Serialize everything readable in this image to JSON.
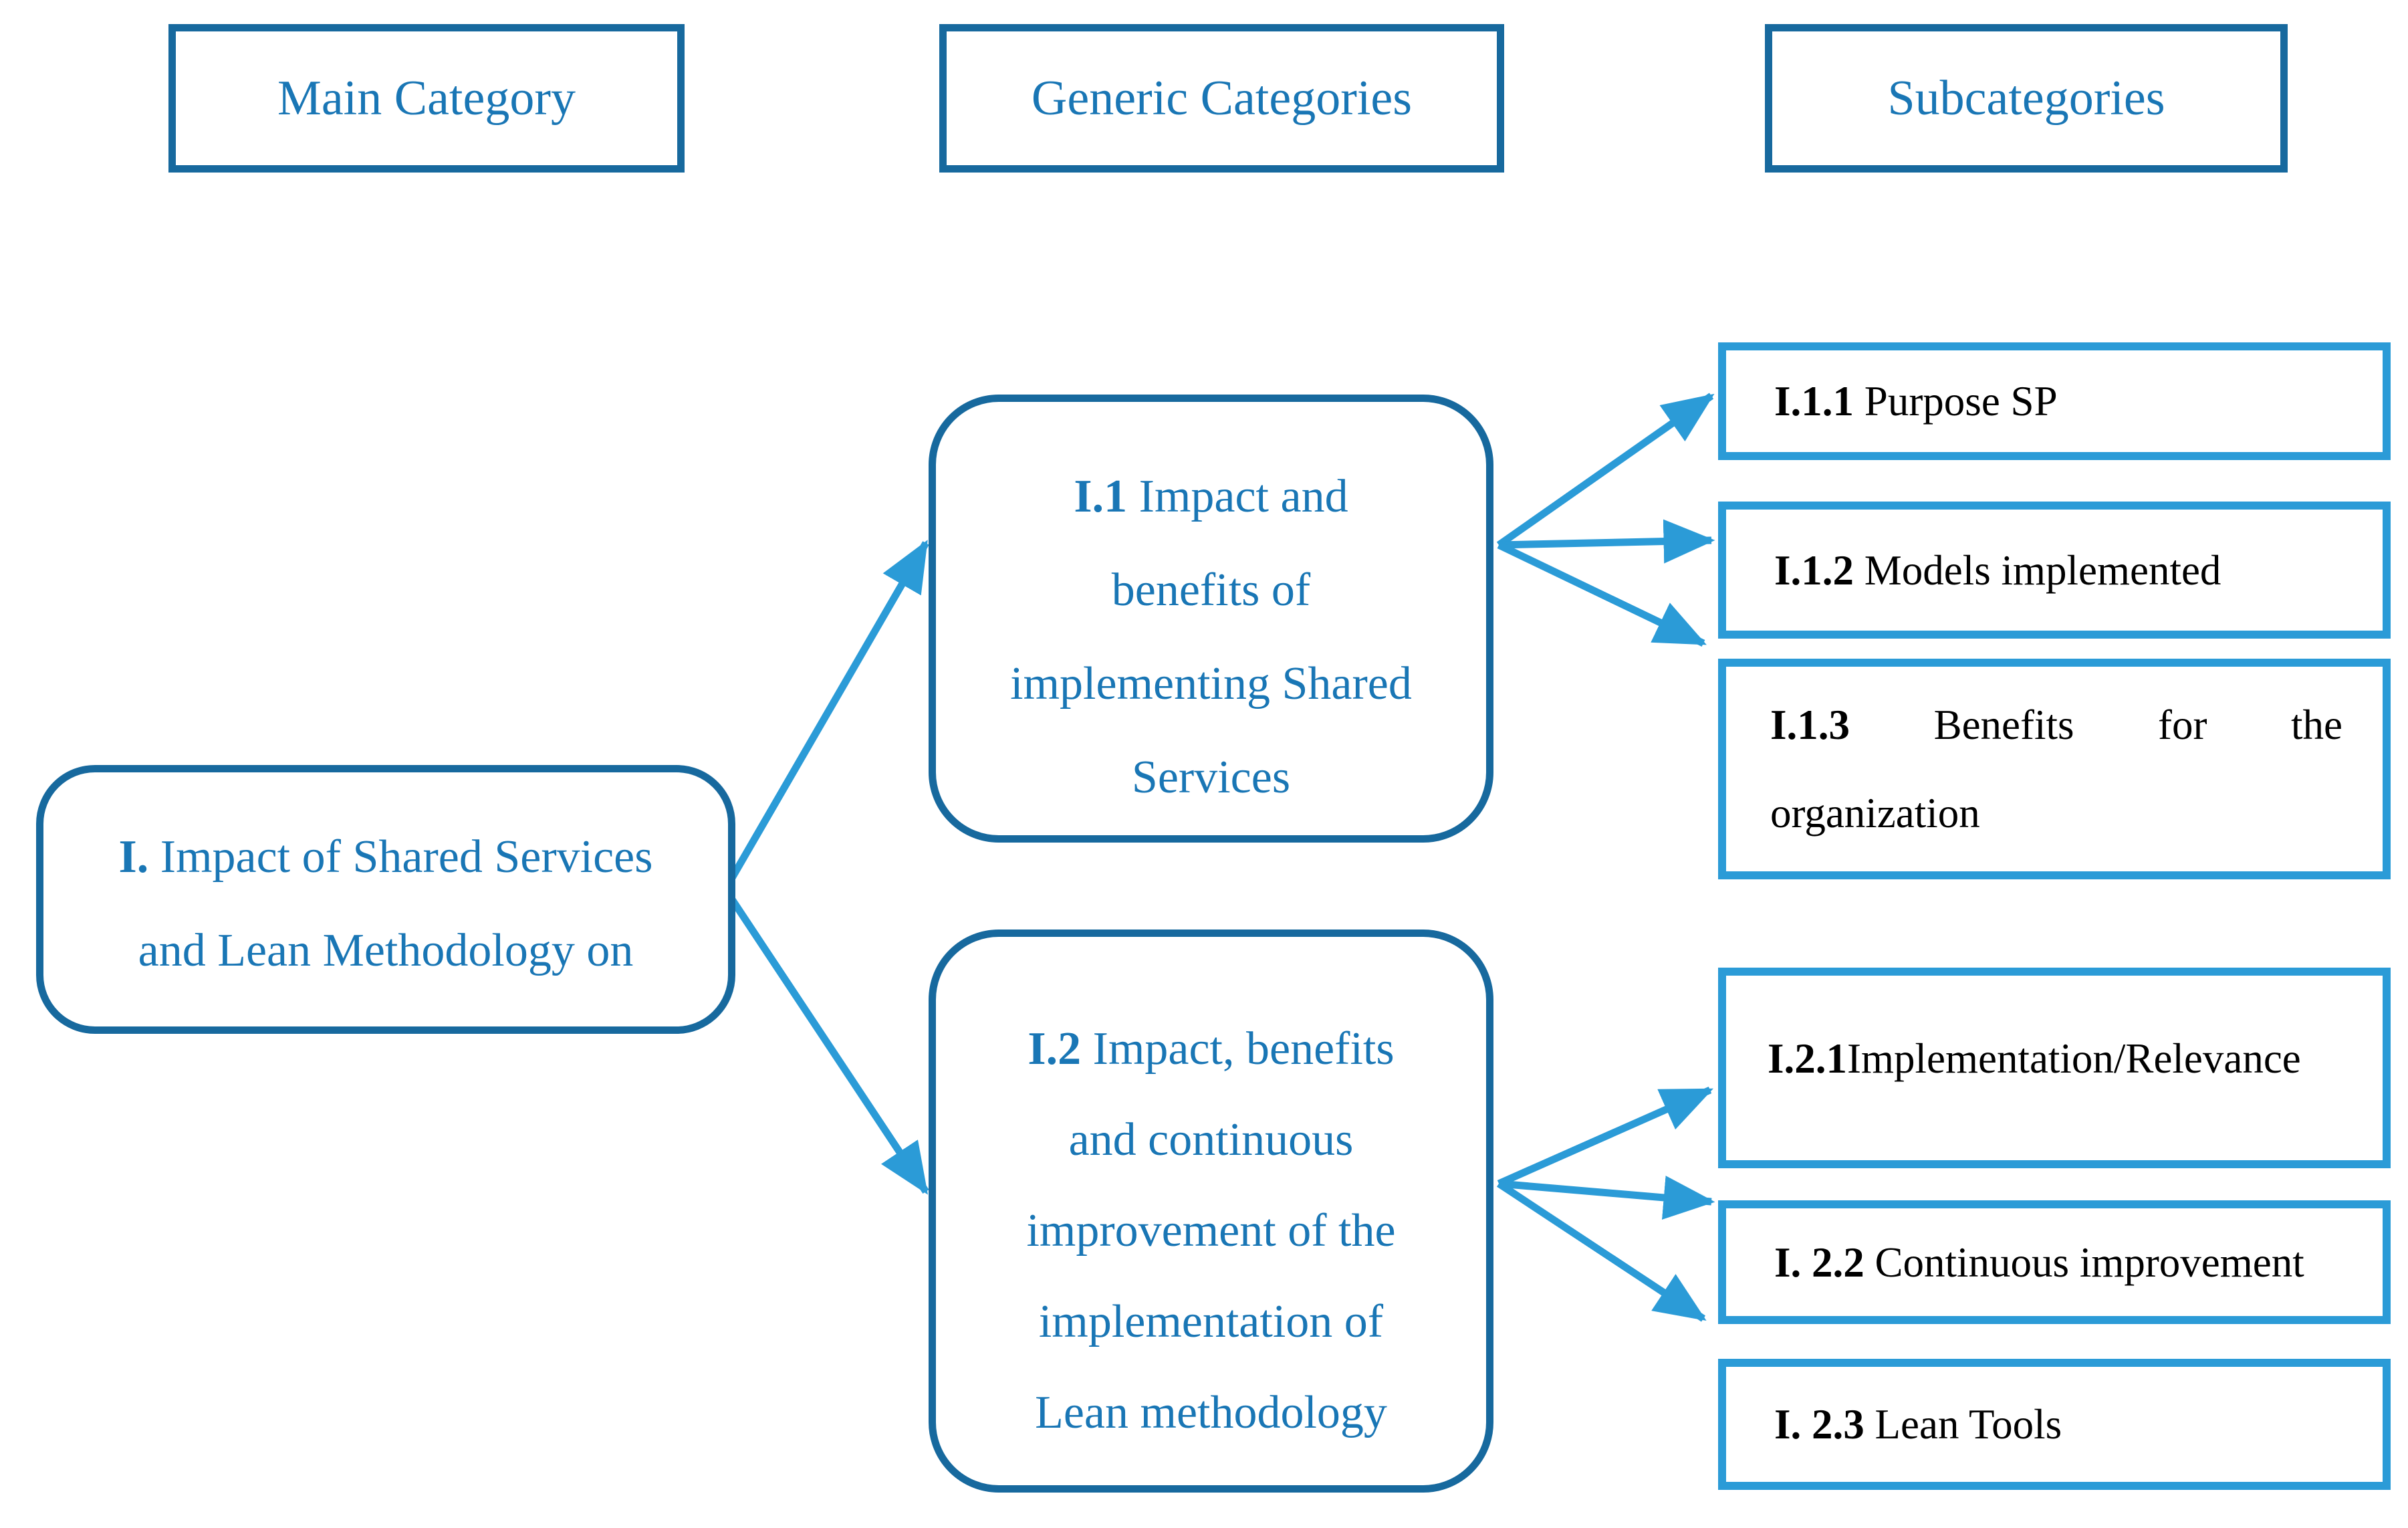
{
  "colors": {
    "dark_blue_border": "#17699E",
    "light_blue": "#2B9BD7",
    "blue_text": "#1976B5",
    "black_text": "#000000"
  },
  "headers": [
    {
      "label": "Main Category"
    },
    {
      "label": "Generic Categories"
    },
    {
      "label": "Subcategories"
    }
  ],
  "main_category": {
    "code": "I.",
    "lines": [
      " Impact of Shared Services",
      "and Lean Methodology on"
    ]
  },
  "generic_categories": [
    {
      "code": "I.1",
      "lines": [
        " Impact and",
        "benefits of",
        "implementing Shared",
        "Services"
      ]
    },
    {
      "code": "I.2",
      "lines": [
        " Impact, benefits",
        "and continuous",
        "improvement of the",
        "implementation of",
        "Lean methodology"
      ]
    }
  ],
  "subcategories": [
    {
      "code": "I.1.1",
      "label": " Purpose SP"
    },
    {
      "code": "I.1.2",
      "label": " Models implemented"
    },
    {
      "code": "I.1.3",
      "label_line1_rest": "Benefits for the",
      "label_line2": "organization"
    },
    {
      "code": "I.2.1",
      "label": "Implementation/Relevance"
    },
    {
      "code": "I. 2.2",
      "label": " Continuous improvement"
    },
    {
      "code": "I. 2.3",
      "label": " Lean Tools"
    }
  ]
}
